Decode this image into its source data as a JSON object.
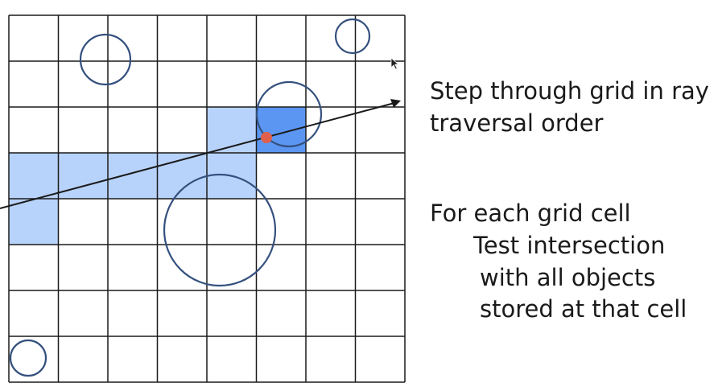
{
  "text": {
    "line1": "Step through grid in ray",
    "line2": "traversal order",
    "line3": "For each grid cell",
    "line4": "Test intersection",
    "line5": "with all objects",
    "line6": "stored at that cell"
  },
  "colors": {
    "grid": "#1a1a1a",
    "circle": "#34507e",
    "highlight": "#b8d3fb",
    "highlight_active": "#5b96f2",
    "ray": "#1a1a1a",
    "hit_point": "#e0604c"
  },
  "diagram": {
    "rows": 8,
    "cols": 8,
    "highlighted_cells": [
      [
        0,
        3
      ],
      [
        1,
        3
      ],
      [
        2,
        3
      ],
      [
        3,
        3
      ],
      [
        4,
        3
      ],
      [
        4,
        2
      ],
      [
        0,
        4
      ]
    ],
    "active_cells": [
      [
        5,
        2
      ]
    ]
  }
}
